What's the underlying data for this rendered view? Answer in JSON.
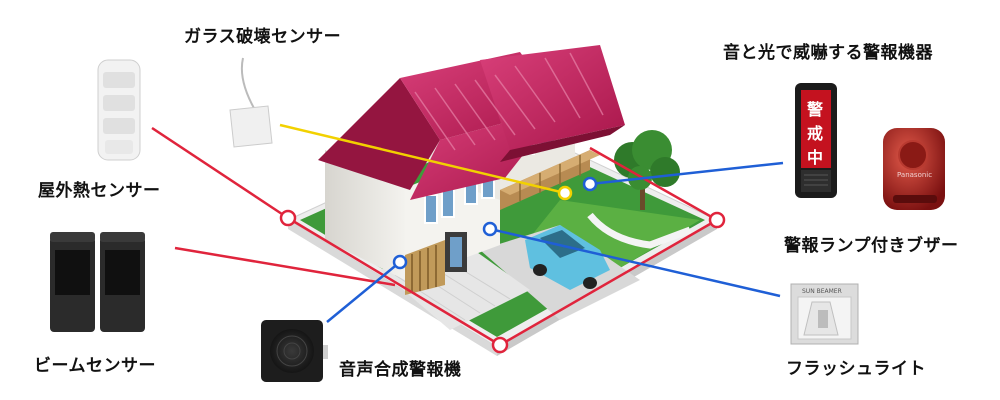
{
  "labels": {
    "glass_break_sensor": "ガラス破壊センサー",
    "outdoor_heat_sensor": "屋外熱センサー",
    "beam_sensor": "ビームセンサー",
    "voice_synth_alarm": "音声合成警報機",
    "sound_light_alarm": "音と光で威嚇する警報機器",
    "alarm_lamp_buzzer": "警報ランプ付きブザー",
    "flash_light": "フラッシュライト"
  },
  "device_text": {
    "keikai_sign": [
      "警",
      "戒",
      "中"
    ],
    "flash_brand": "SUN BEAMER",
    "buzzer_brand": "Panasonic"
  },
  "colors": {
    "perimeter_line": "#e0243c",
    "glass_line": "#f2d100",
    "device_line": "#1f5fd6",
    "roof": "#c8245e",
    "lawn": "#3f9a3a"
  }
}
